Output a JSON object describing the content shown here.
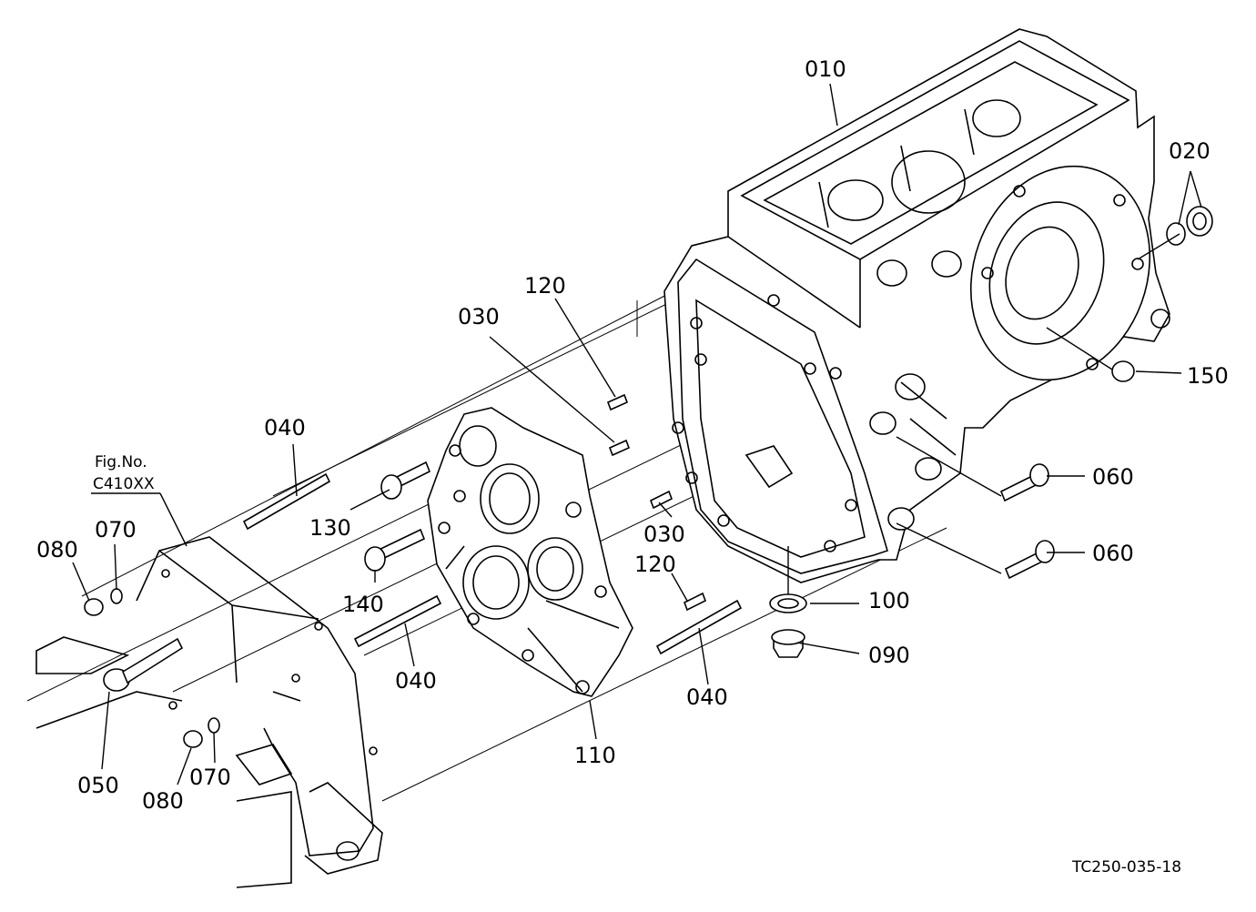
{
  "figure_ref": {
    "line1": "Fig.No.",
    "line2": "C410XX"
  },
  "drawing_code": "TC250-035-18",
  "callouts": {
    "c010": "010",
    "c020": "020",
    "c030a": "030",
    "c030b": "030",
    "c040a": "040",
    "c040b": "040",
    "c040c": "040",
    "c050": "050",
    "c060a": "060",
    "c060b": "060",
    "c070a": "070",
    "c070b": "070",
    "c080a": "080",
    "c080b": "080",
    "c090": "090",
    "c100": "100",
    "c110": "110",
    "c120a": "120",
    "c120b": "120",
    "c130": "130",
    "c140": "140",
    "c150": "150"
  }
}
